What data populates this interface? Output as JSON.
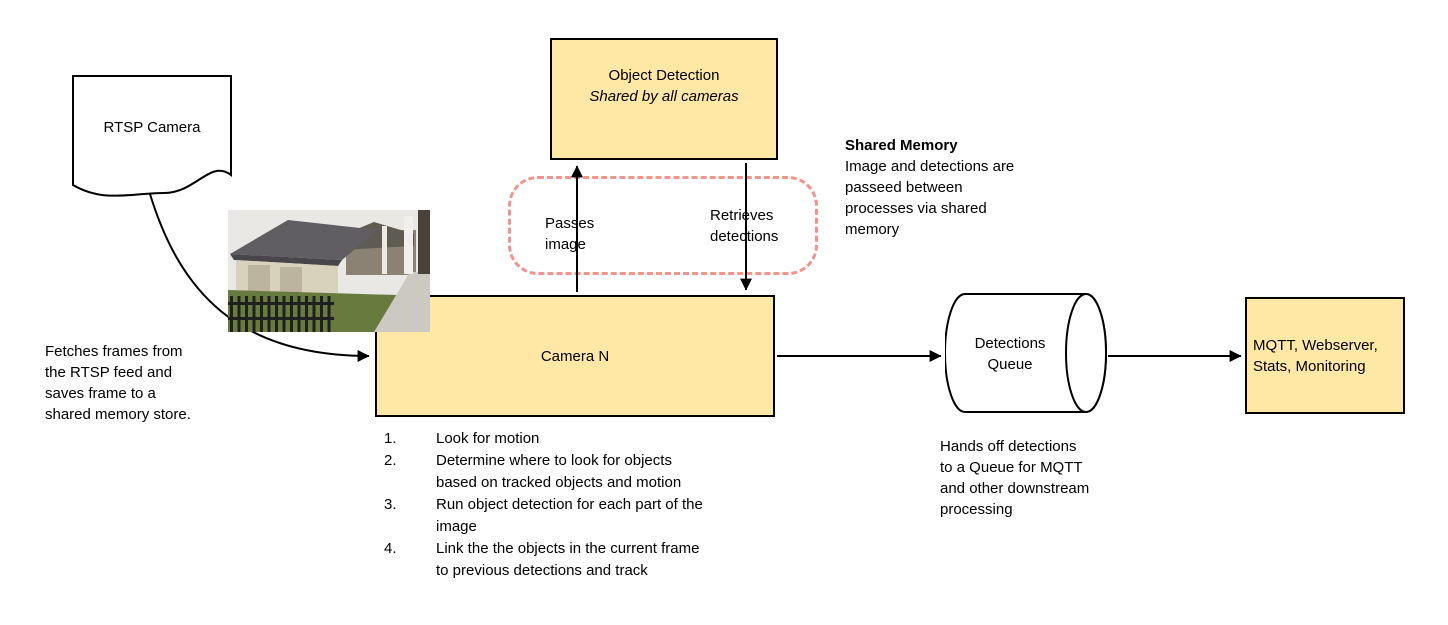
{
  "colors": {
    "node_fill": "#FFE8A6",
    "node_border": "#000000",
    "shared_region_border": "#F2948A",
    "arrow": "#000000"
  },
  "nodes": {
    "rtsp_camera": "RTSP Camera",
    "object_detection_title": "Object Detection",
    "object_detection_subtitle": "Shared by all cameras",
    "camera_n": "Camera N",
    "detections_queue": "Detections Queue",
    "mqtt": "MQTT, Webserver, Stats, Monitoring"
  },
  "edges": {
    "passes_image": "Passes image",
    "retrieves_detections": "Retrieves detections"
  },
  "notes": {
    "shared_memory_title": "Shared Memory",
    "shared_memory_body": "Image and detections are passeed between processes via shared memory",
    "fetches": "Fetches frames from the RTSP feed and saves frame to a shared memory store.",
    "queue_handoff": "Hands off detections to a Queue for MQTT and other downstream processing"
  },
  "camera_steps": [
    "Look for motion",
    "Determine where to look for objects based on tracked objects and motion",
    "Run object detection for each part of the image",
    "Link the the objects in the current frame to previous detections and track"
  ]
}
